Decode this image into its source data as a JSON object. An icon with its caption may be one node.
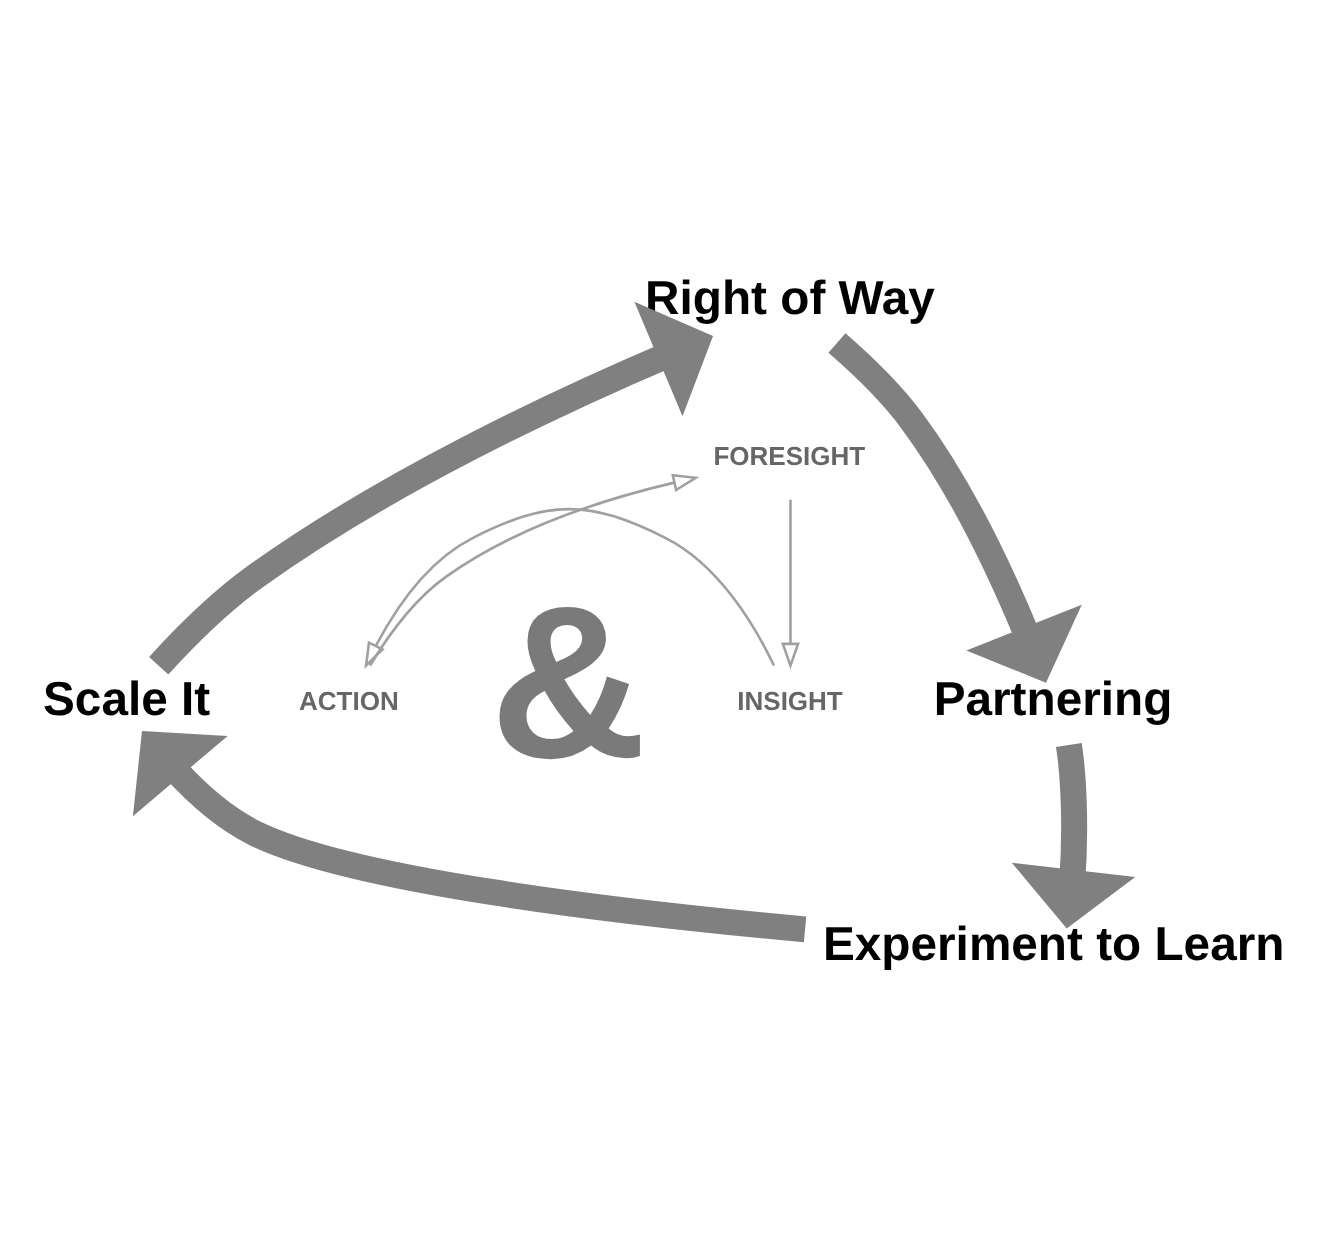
{
  "diagram": {
    "nodes": [
      {
        "text": [
          "Right of Way"
        ]
      },
      {
        "text": [
          "Partnering"
        ]
      },
      {
        "text": [
          "Experiment to Learn"
        ]
      },
      {
        "text": [
          "Scale It"
        ]
      },
      {
        "text": [
          "FORESIGHT"
        ]
      },
      {
        "text": [
          "INSIGHT"
        ]
      },
      {
        "text": [
          "ACTION"
        ]
      }
    ],
    "edges": [
      {
        "from": 0,
        "to": 1,
        "arrow": "to"
      },
      {
        "from": 1,
        "to": 2,
        "arrow": "to"
      },
      {
        "from": 2,
        "to": 3,
        "arrow": "to"
      },
      {
        "from": 3,
        "to": 0,
        "arrow": "to"
      },
      {
        "from": 4,
        "to": 5,
        "arrow": "to",
        "color": "#a0a0a0"
      },
      {
        "from": 5,
        "to": 6,
        "arrow": "to",
        "color": "#a0a0a0"
      },
      {
        "from": 6,
        "to": 4,
        "arrow": "to",
        "color": "#a0a0a0"
      }
    ],
    "labels": [
      "&"
    ]
  }
}
